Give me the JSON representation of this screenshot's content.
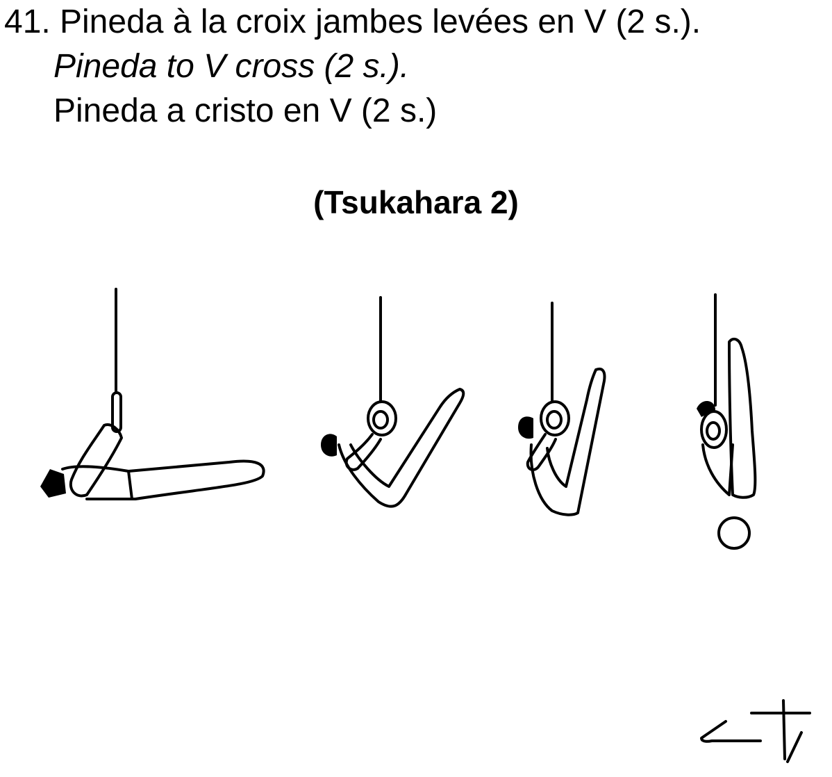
{
  "element": {
    "number": "41.",
    "name_fr": "Pineda à la croix jambes levées en V (2 s.).",
    "name_en": "Pineda to V cross (2 s.).",
    "name_es": "Pineda a cristo en V (2 s.)",
    "credit": "(Tsukahara 2)"
  },
  "figures": [
    {
      "name": "figure-1-l-support"
    },
    {
      "name": "figure-2-v-position"
    },
    {
      "name": "figure-3-pike-up"
    },
    {
      "name": "figure-4-inverted"
    }
  ],
  "symbol": {
    "name": "difficulty-symbol"
  }
}
